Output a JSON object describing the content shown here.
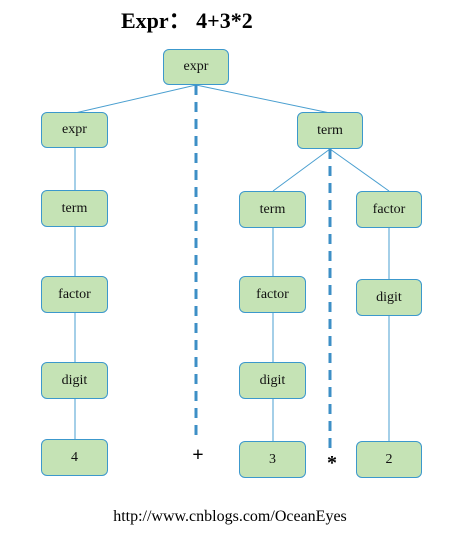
{
  "title": "Expr：  4+3*2",
  "nodes": {
    "root_expr": "expr",
    "left_expr": "expr",
    "left_term": "term",
    "left_factor": "factor",
    "left_digit": "digit",
    "left_value": "4",
    "right_term": "term",
    "mid_term": "term",
    "mid_factor": "factor",
    "mid_digit": "digit",
    "mid_value": "3",
    "right_factor": "factor",
    "right_digit": "digit",
    "right_value": "2"
  },
  "operators": {
    "plus": "+",
    "times": "*"
  },
  "footer": "http://www.cnblogs.com/OceanEyes",
  "colors": {
    "node_fill": "#c5e3b5",
    "node_border": "#3c98cc",
    "edge": "#4a9fd0",
    "dashed_edge": "#3d8fc6"
  }
}
